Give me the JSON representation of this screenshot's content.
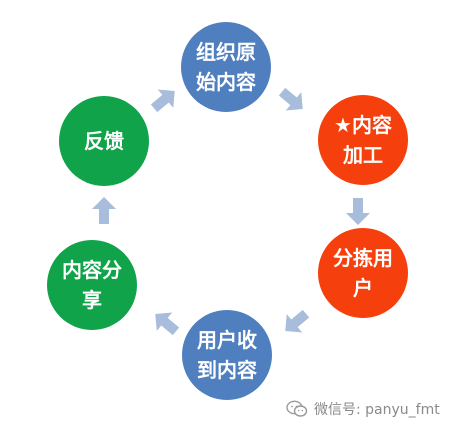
{
  "colors": {
    "blue": "#4f7fbf",
    "red": "#f53f0c",
    "green": "#10a34a",
    "arrow": "#a8bcdb",
    "watermark_text": "#8a8a8a"
  },
  "nodes": [
    {
      "id": "organize-original-content",
      "label": "组织原\n始内容",
      "color": "#4f7fbf",
      "icon": ""
    },
    {
      "id": "content-processing",
      "label": "★内容\n加工",
      "color": "#f53f0c",
      "icon": "star-icon"
    },
    {
      "id": "sort-users",
      "label": "分拣用\n户",
      "color": "#f53f0c",
      "icon": ""
    },
    {
      "id": "users-receive-content",
      "label": "用户收\n到内容",
      "color": "#4f7fbf",
      "icon": ""
    },
    {
      "id": "content-sharing",
      "label": "内容分\n享",
      "color": "#10a34a",
      "icon": ""
    },
    {
      "id": "feedback",
      "label": "反馈",
      "color": "#10a34a",
      "icon": ""
    }
  ],
  "edges": [
    {
      "from": "organize-original-content",
      "to": "content-processing"
    },
    {
      "from": "content-processing",
      "to": "sort-users"
    },
    {
      "from": "sort-users",
      "to": "users-receive-content"
    },
    {
      "from": "users-receive-content",
      "to": "content-sharing"
    },
    {
      "from": "content-sharing",
      "to": "feedback"
    },
    {
      "from": "feedback",
      "to": "organize-original-content"
    }
  ],
  "watermark": {
    "icon": "wechat-icon",
    "text": "微信号: panyu_fmt"
  }
}
